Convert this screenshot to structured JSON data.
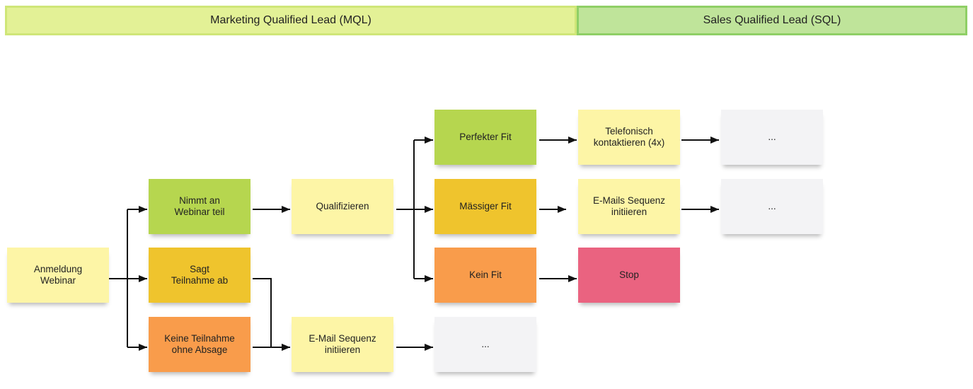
{
  "phases": {
    "mql": "Marketing Qualified Lead (MQL)",
    "sql": "Sales Qualified Lead (SQL)"
  },
  "notes": {
    "anmeldung": "Anmeldung\nWebinar",
    "nimmt": "Nimmt an\nWebinar teil",
    "sagt": "Sagt\nTeilnahme ab",
    "keine": "Keine Teilnahme\nohne Absage",
    "qualifizieren": "Qualifizieren",
    "email_seq": "E-Mail Sequenz\ninitiieren",
    "ellipsis_1": "...",
    "perfekter": "Perfekter Fit",
    "maessiger": "Mässiger Fit",
    "kein": "Kein Fit",
    "telefonisch": "Telefonisch\nkontaktieren (4x)",
    "emails_seq": "E-Mails Sequenz\ninitiieren",
    "stop": "Stop",
    "ellipsis_2": "...",
    "ellipsis_3": "..."
  },
  "colors": {
    "mql_header": "#e3f196",
    "sql_header": "#bfe49a",
    "yellow": "#fdf5a6",
    "green": "#b6d64f",
    "gold": "#efc42d",
    "orange": "#f99c4b",
    "red": "#ea6380",
    "grey": "#f3f3f5"
  }
}
